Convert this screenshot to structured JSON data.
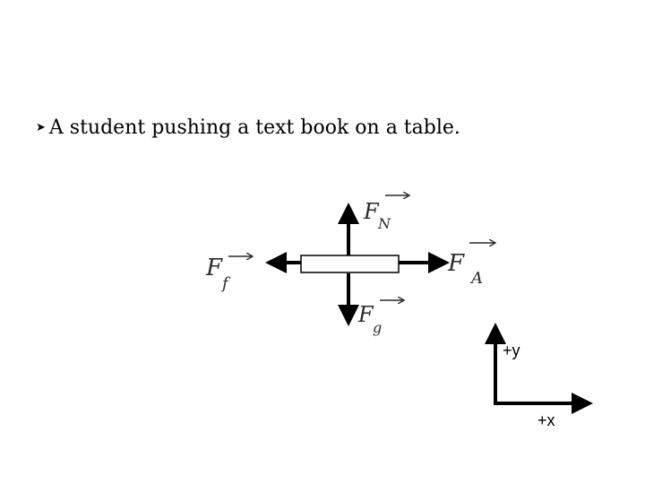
{
  "slide": {
    "bullet_icon": "arrow-bullet-icon",
    "statement": "A student pushing a text book on a table."
  },
  "diagram": {
    "book": "book-rectangle",
    "forces": [
      {
        "symbol": "F",
        "subscript": "N",
        "direction": "up"
      },
      {
        "symbol": "F",
        "subscript": "g",
        "direction": "down"
      },
      {
        "symbol": "F",
        "subscript": "f",
        "direction": "left"
      },
      {
        "symbol": "F",
        "subscript": "A",
        "direction": "right"
      }
    ],
    "axes": {
      "y_label": "+y",
      "x_label": "+x"
    }
  }
}
